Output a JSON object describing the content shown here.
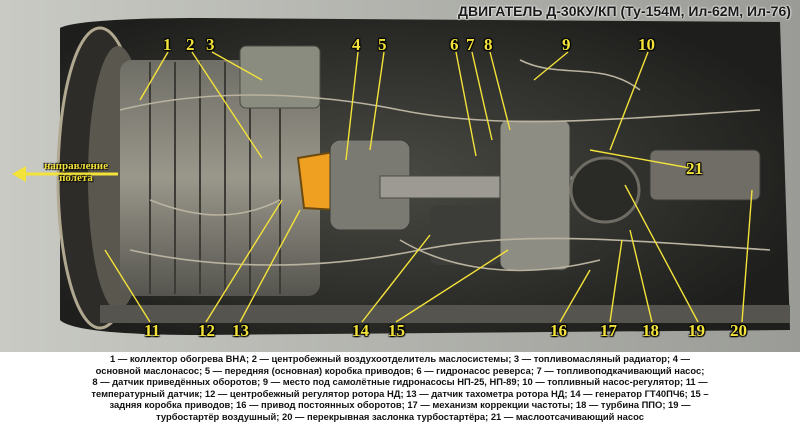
{
  "title": "ДВИГАТЕЛЬ  Д-30КУ/КП  (Ту-154М, Ил-62М, Ил-76)",
  "direction_label_line1": "направление",
  "direction_label_line2": "полета",
  "callouts": [
    "1",
    "2",
    "3",
    "4",
    "5",
    "6",
    "7",
    "8",
    "9",
    "10",
    "11",
    "12",
    "13",
    "14",
    "15",
    "16",
    "17",
    "18",
    "19",
    "20",
    "21"
  ],
  "legend_lines": [
    "1 — коллектор обогрева ВНА; 2 — центробежный воздухоотделитель маслосистемы; 3 — топливомасляный радиатор; 4 —",
    "основной маслонасос; 5 — передняя (основная) коробка приводов; 6 — гидронасос реверса; 7 — топливоподкачивающий насос;",
    "8 — датчик приведённых оборотов; 9 — место под самолётные гидронасосы НП-25, НП-89; 10 — топливный насос-регулятор; 11 —",
    "температурный датчик; 12 — центробежный регулятор ротора НД; 13 — датчик тахометра ротора НД; 14 — генератор ГТ40ПЧ6; 15 –",
    "задняя коробка приводов; 16 — привод постоянных оборотов; 17 — механизм коррекции частоты; 18 — турбина ППО; 19 —",
    "турбостартёр воздушный; 20 — перекрывная заслонка турбостартёра; 21 — маслоотсачивающий насос"
  ],
  "colors": {
    "callout": "#f3e23a",
    "accessory_orange": "#f0a020",
    "background": "#8c8c8a"
  }
}
